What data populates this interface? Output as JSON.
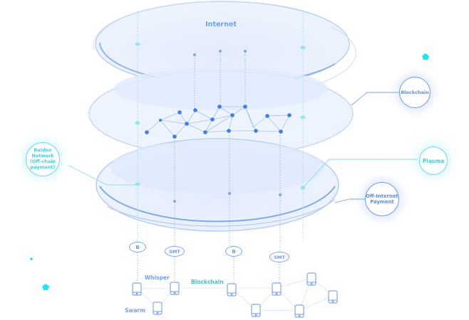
{
  "diagram": {
    "layers": [
      {
        "id": "internet",
        "title": "Internet"
      },
      {
        "id": "blockchain-layer",
        "title": ""
      },
      {
        "id": "payment-layer",
        "title": ""
      }
    ],
    "callouts": {
      "blockchain": "Blockchain",
      "raiden": [
        "Raiden",
        "Network",
        "(Off-chain",
        "payment)"
      ],
      "plasma": "Plasma",
      "off_internet": [
        "Off-Internet",
        "Payment"
      ]
    },
    "tokens": [
      {
        "symbol": "B",
        "label": "B"
      },
      {
        "symbol": "SMT",
        "label": "SMT"
      },
      {
        "symbol": "B",
        "label": "B"
      },
      {
        "symbol": "SMT",
        "label": "SMT"
      }
    ],
    "network_labels": {
      "whisper": "Whisper",
      "swarm": "Swarm",
      "blockchain": "Blockchain"
    },
    "colors": {
      "primary_blue": "#3c7df0",
      "light_blue": "#6ea1f3",
      "cyan": "#3fd0dc",
      "disc_fill": "#eaf1fd",
      "accent_cyan_shape": "#19e6f5"
    }
  }
}
